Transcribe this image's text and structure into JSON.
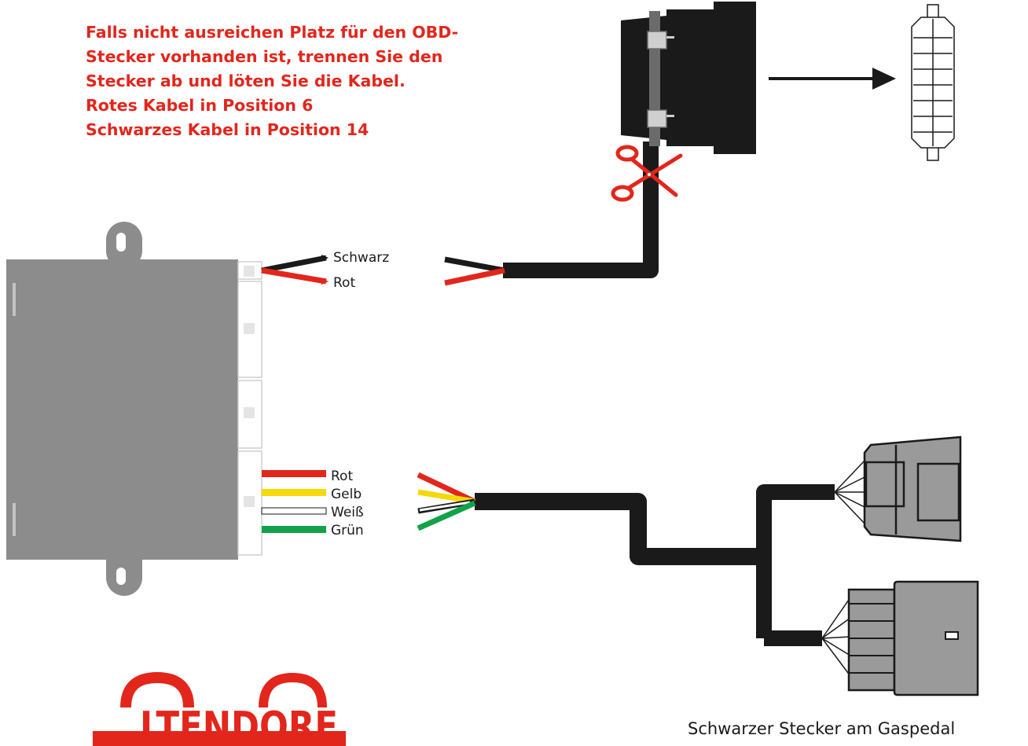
{
  "instructions": {
    "lines": [
      "Falls nicht ausreichen Platz für den OBD-",
      "Stecker vorhanden ist, trennen Sie den",
      "Stecker ab und löten Sie die Kabel.",
      "Rotes Kabel in Position 6",
      "Schwarzes Kabel in Position 14"
    ]
  },
  "power_wires": {
    "black_label": "Schwarz",
    "red_label": "Rot"
  },
  "signal_wires": {
    "red_label": "Rot",
    "yellow_label": "Gelb",
    "white_label": "Weiß",
    "green_label": "Grün"
  },
  "caption": "Schwarzer Stecker am Gaspedal",
  "logo": {
    "text": "LTENDORF"
  },
  "colors": {
    "accent_red": "#e2261c",
    "cable_black": "#1a1a1a",
    "box_gray": "#8c8c8c",
    "connector_gray": "#9a9a9a",
    "wire_yellow": "#f5d90a",
    "wire_green": "#12a24a"
  },
  "icons": [
    "scissors-icon",
    "arrow-right-icon"
  ]
}
